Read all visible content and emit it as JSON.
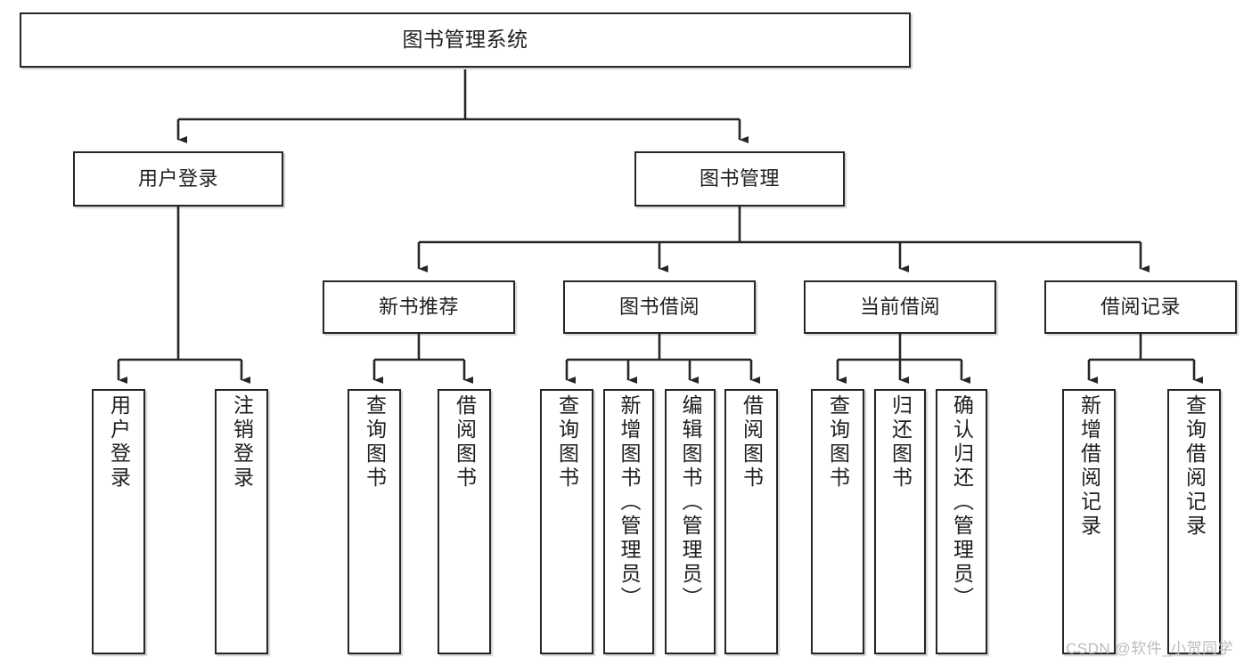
{
  "diagram": {
    "title": "图书管理系统",
    "type": "tree-hierarchy-diagram",
    "orientation": "top-down",
    "levels": 4,
    "nodes": {
      "root": {
        "label": "图书管理系统"
      },
      "level2": {
        "user_login": {
          "label": "用户登录"
        },
        "book_manage": {
          "label": "图书管理"
        }
      },
      "level3": {
        "new_book_rec": {
          "label": "新书推荐"
        },
        "book_borrow": {
          "label": "图书借阅"
        },
        "current_borrow": {
          "label": "当前借阅"
        },
        "borrow_record": {
          "label": "借阅记录"
        }
      },
      "leaves": {
        "user_login_1": {
          "label": "用户登录"
        },
        "user_login_2": {
          "label": "注销登录"
        },
        "new_book_1": {
          "label": "查询图书"
        },
        "new_book_2": {
          "label": "借阅图书"
        },
        "book_borrow_1": {
          "label": "查询图书"
        },
        "book_borrow_2": {
          "label": "新增图书（管理员）"
        },
        "book_borrow_3": {
          "label": "编辑图书（管理员）"
        },
        "book_borrow_4": {
          "label": "借阅图书"
        },
        "current_borrow_1": {
          "label": "查询图书"
        },
        "current_borrow_2": {
          "label": "归还图书"
        },
        "current_borrow_3": {
          "label": "确认归还（管理员）"
        },
        "borrow_record_1": {
          "label": "新增借阅记录"
        },
        "borrow_record_2": {
          "label": "查询借阅记录"
        }
      }
    },
    "edge_style": {
      "color": "#262626",
      "arrowhead": "filled-triangle",
      "router": "orthogonal"
    },
    "colors": {
      "background": "#ffffff",
      "node_border": "#262626",
      "node_fill": "#ffffff",
      "text": "#1f1f1f",
      "watermark": "#bcbcbc"
    }
  },
  "watermark": {
    "text": "CSDN @软件_小贺同学"
  }
}
